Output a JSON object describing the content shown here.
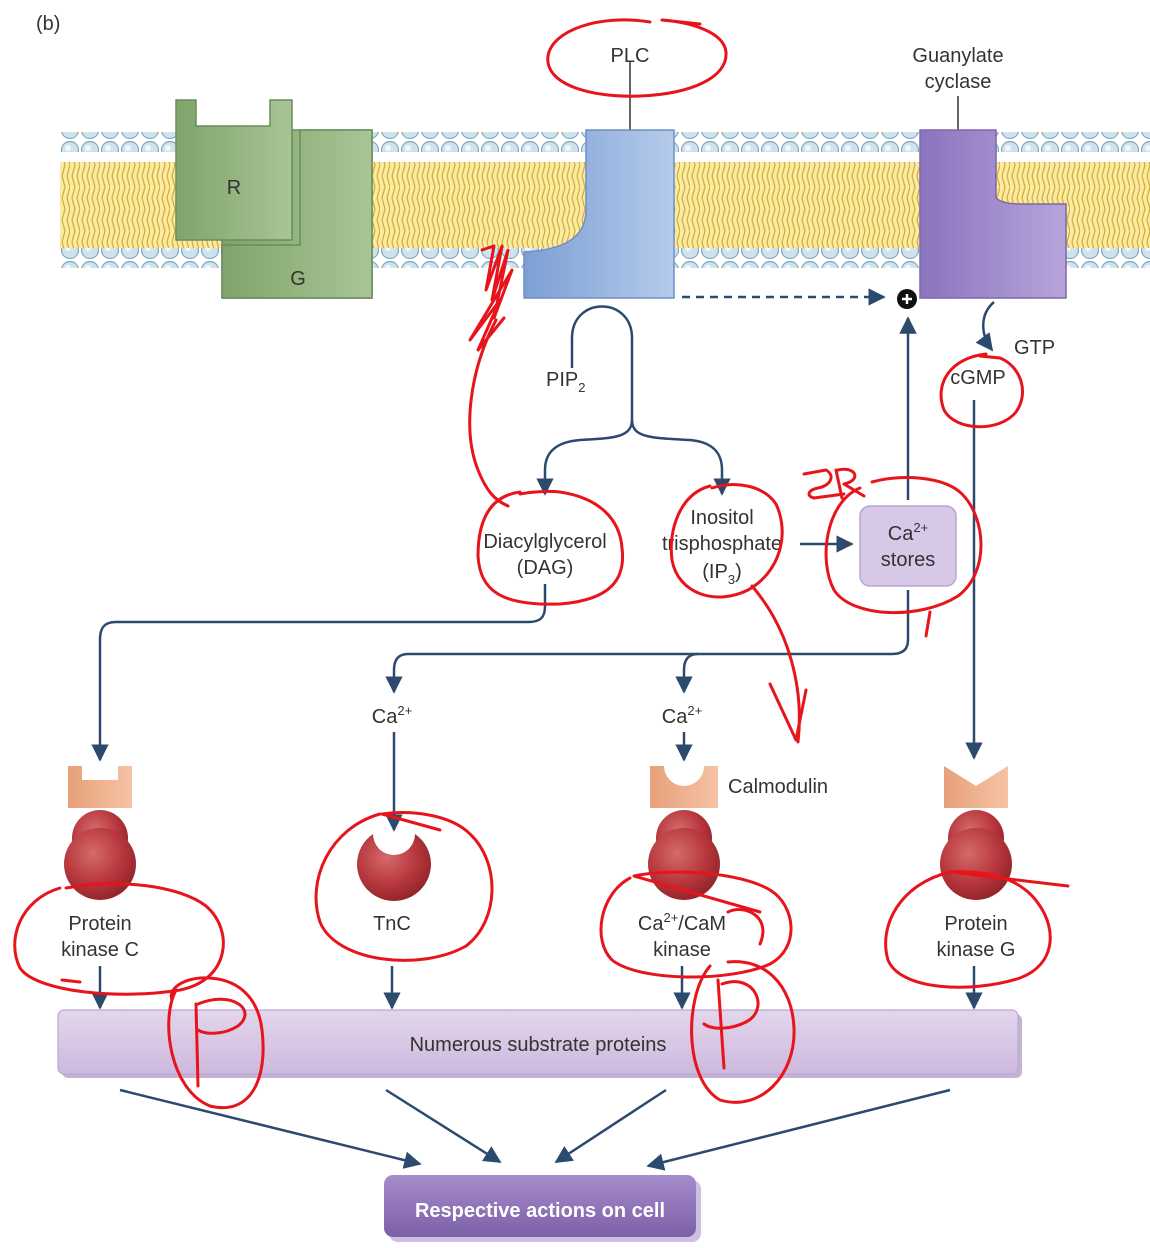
{
  "panel_label": "(b)",
  "membrane": {
    "receptor_label": "R",
    "g_protein_label": "G",
    "plc_label": "PLC",
    "guanylate_cyclase_label": [
      "Guanylate",
      "cyclase"
    ],
    "activation_symbol": "+"
  },
  "molecules": {
    "pip2": {
      "base": "PIP",
      "subscript": "2"
    },
    "gtp": "GTP",
    "cgmp": "cGMP",
    "dag": [
      "Diacylglycerol",
      "(DAG)"
    ],
    "ip3": {
      "line1": "Inositol",
      "line2": "trisphosphate",
      "line3_base": "(IP",
      "line3_sub": "3",
      "line3_end": ")"
    },
    "ca_stores": {
      "base": "Ca",
      "superscript": "2+",
      "line2": "stores"
    },
    "ca_left": {
      "base": "Ca",
      "superscript": "2+"
    },
    "ca_right": {
      "base": "Ca",
      "superscript": "2+"
    },
    "calmodulin": "Calmodulin"
  },
  "kinases": {
    "pkc": [
      "Protein",
      "kinase C"
    ],
    "tnc": "TnC",
    "camk": {
      "base": "Ca",
      "superscript": "2+",
      "rest": "/CaM",
      "line2": "kinase"
    },
    "pkg": [
      "Protein",
      "kinase G"
    ]
  },
  "substrate_label": "Numerous substrate proteins",
  "output_label": "Respective actions on cell",
  "handwriting": {
    "sr_note": "SR",
    "p_marks": [
      "P",
      "P"
    ]
  },
  "colors": {
    "receptor_green": "#8fb07a",
    "plc_blue": "#8fb0de",
    "cyclase_purple": "#9c86c8",
    "enzyme_red": "#b5363c",
    "regulatory_tan": "#eeaa85",
    "substrate_lavender": "#d8c8e4",
    "output_purple": "#8e72b6",
    "arrow_navy": "#2c4a6e",
    "annotation_red": "#e8141c"
  }
}
